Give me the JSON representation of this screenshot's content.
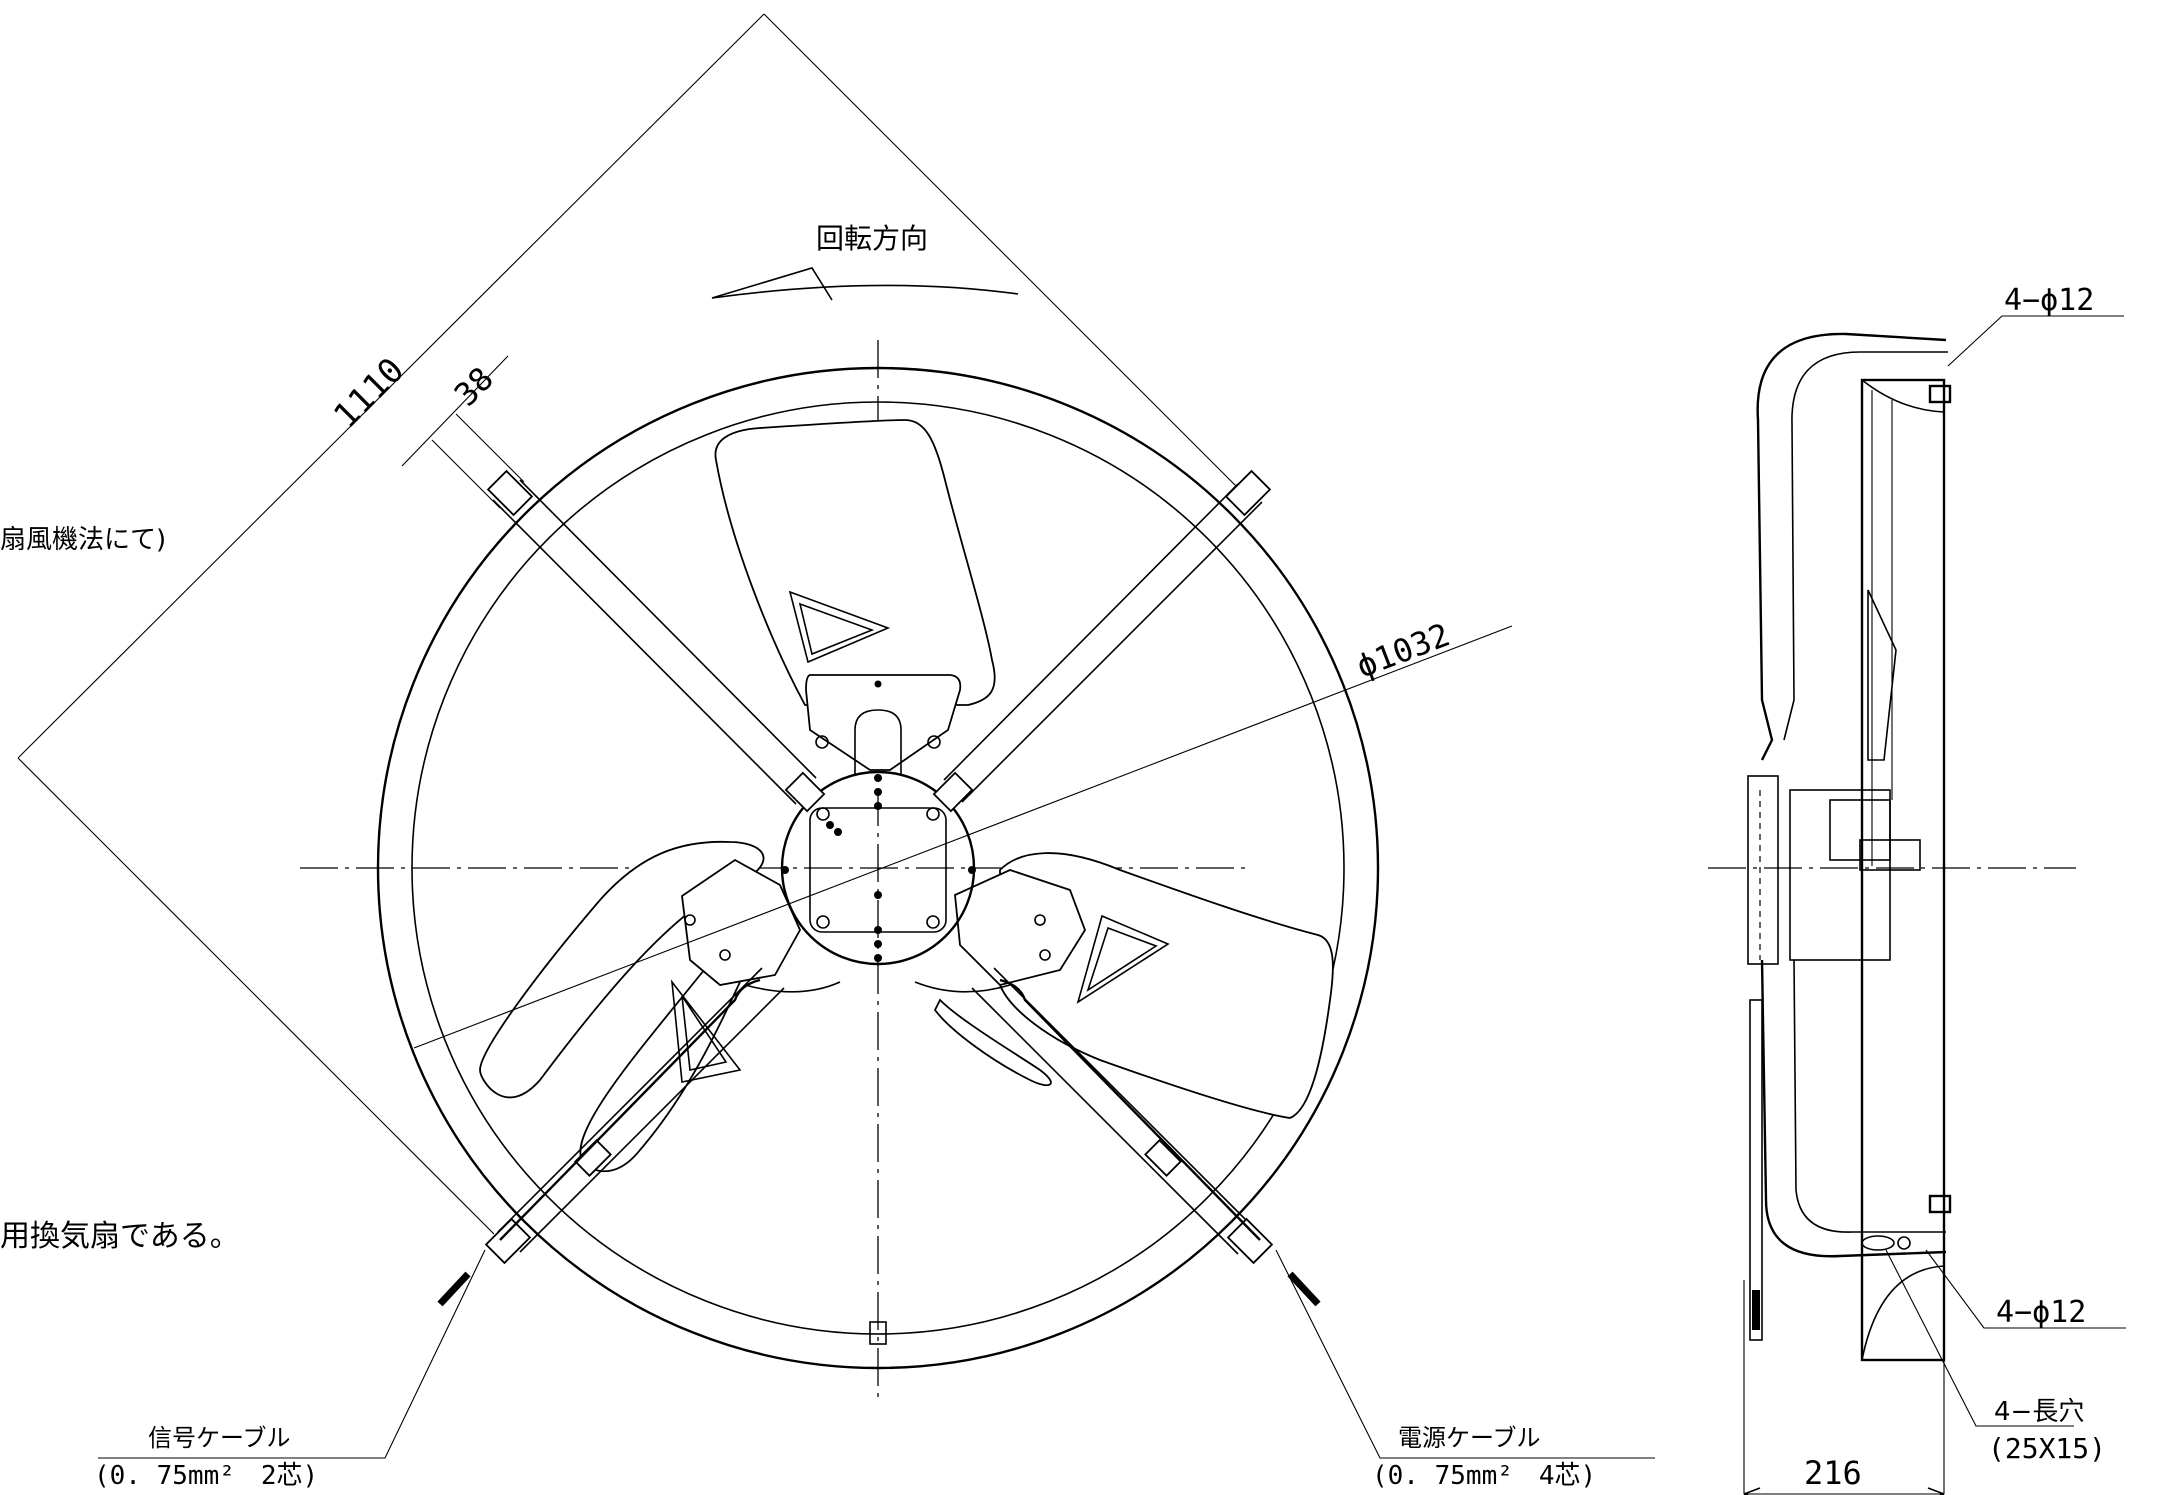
{
  "front_view": {
    "rotation_label": "回転方向",
    "dim_overall": "1110",
    "dim_arm_width": "38",
    "dim_diameter": "ϕ1032"
  },
  "side_view": {
    "bolt_top_label": "4−ϕ12",
    "bolt_bottom_label": "4−ϕ12",
    "slot_label": "4−長穴",
    "slot_size": "(25X15)",
    "depth_dim": "216"
  },
  "cables": {
    "signal_label": "信号ケーブル",
    "signal_spec": "(0. 75mm²　2芯)",
    "power_label": "電源ケーブル",
    "power_spec": "(0. 75mm²　4芯)"
  },
  "notes": {
    "note_fragment_1": "扇風機法にて)",
    "note_fragment_2": "用換気扇である。"
  }
}
